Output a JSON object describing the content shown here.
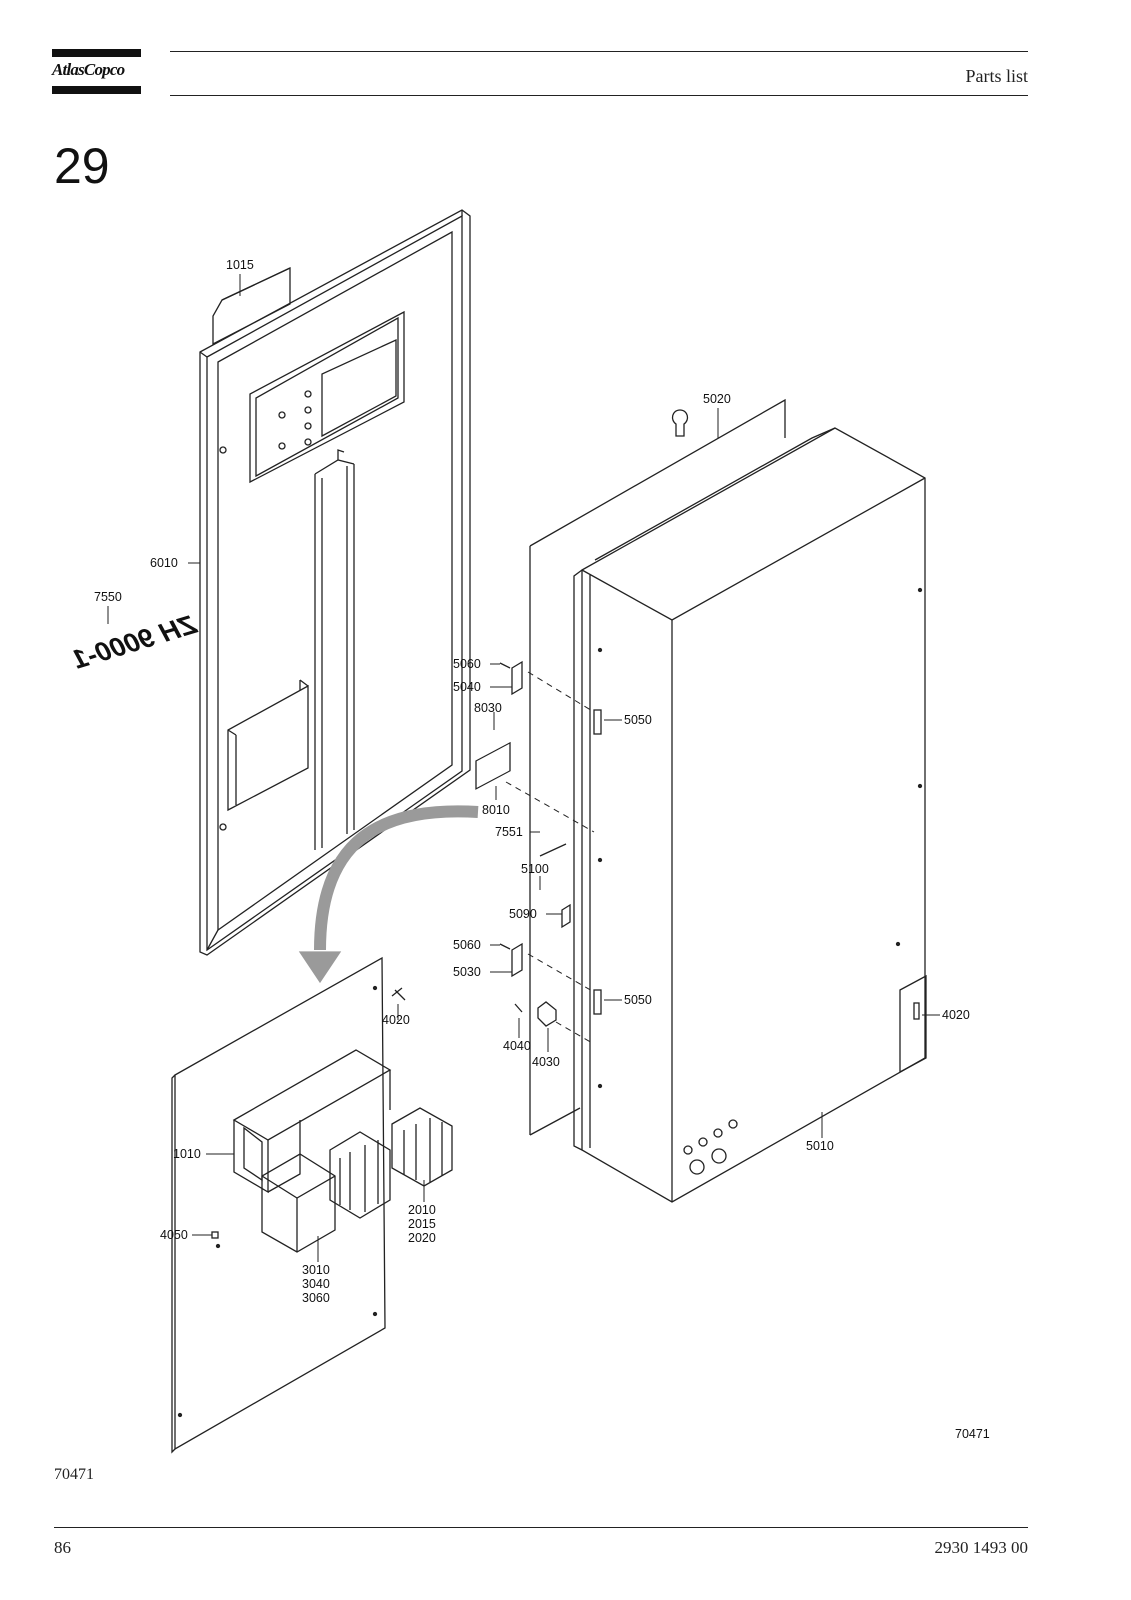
{
  "header": {
    "brand": "AtlasCopco",
    "title": "Parts list"
  },
  "section": {
    "number": "29"
  },
  "diagram": {
    "labels": {
      "p1015": "1015",
      "p5020": "5020",
      "p6010": "6010",
      "p7550": "7550",
      "p5060a": "5060",
      "p5040": "5040",
      "p8030": "8030",
      "p5050a": "5050",
      "p8010": "8010",
      "p7551": "7551",
      "p5100": "5100",
      "p5090": "5090",
      "p5060b": "5060",
      "p5030": "5030",
      "p5050b": "5050",
      "p4020a": "4020",
      "p4020b": "4020",
      "p4040": "4040",
      "p4030": "4030",
      "p1010": "1010",
      "p5010": "5010",
      "p2010": "2010",
      "p2015": "2015",
      "p2020": "2020",
      "p4050": "4050",
      "p3010": "3010",
      "p3040": "3040",
      "p3060": "3060"
    },
    "door_marking": "ZH 9000-1",
    "figure_number": "70471"
  },
  "footer": {
    "figure_ref": "70471",
    "page_number": "86",
    "doc_number": "2930 1493 00"
  }
}
